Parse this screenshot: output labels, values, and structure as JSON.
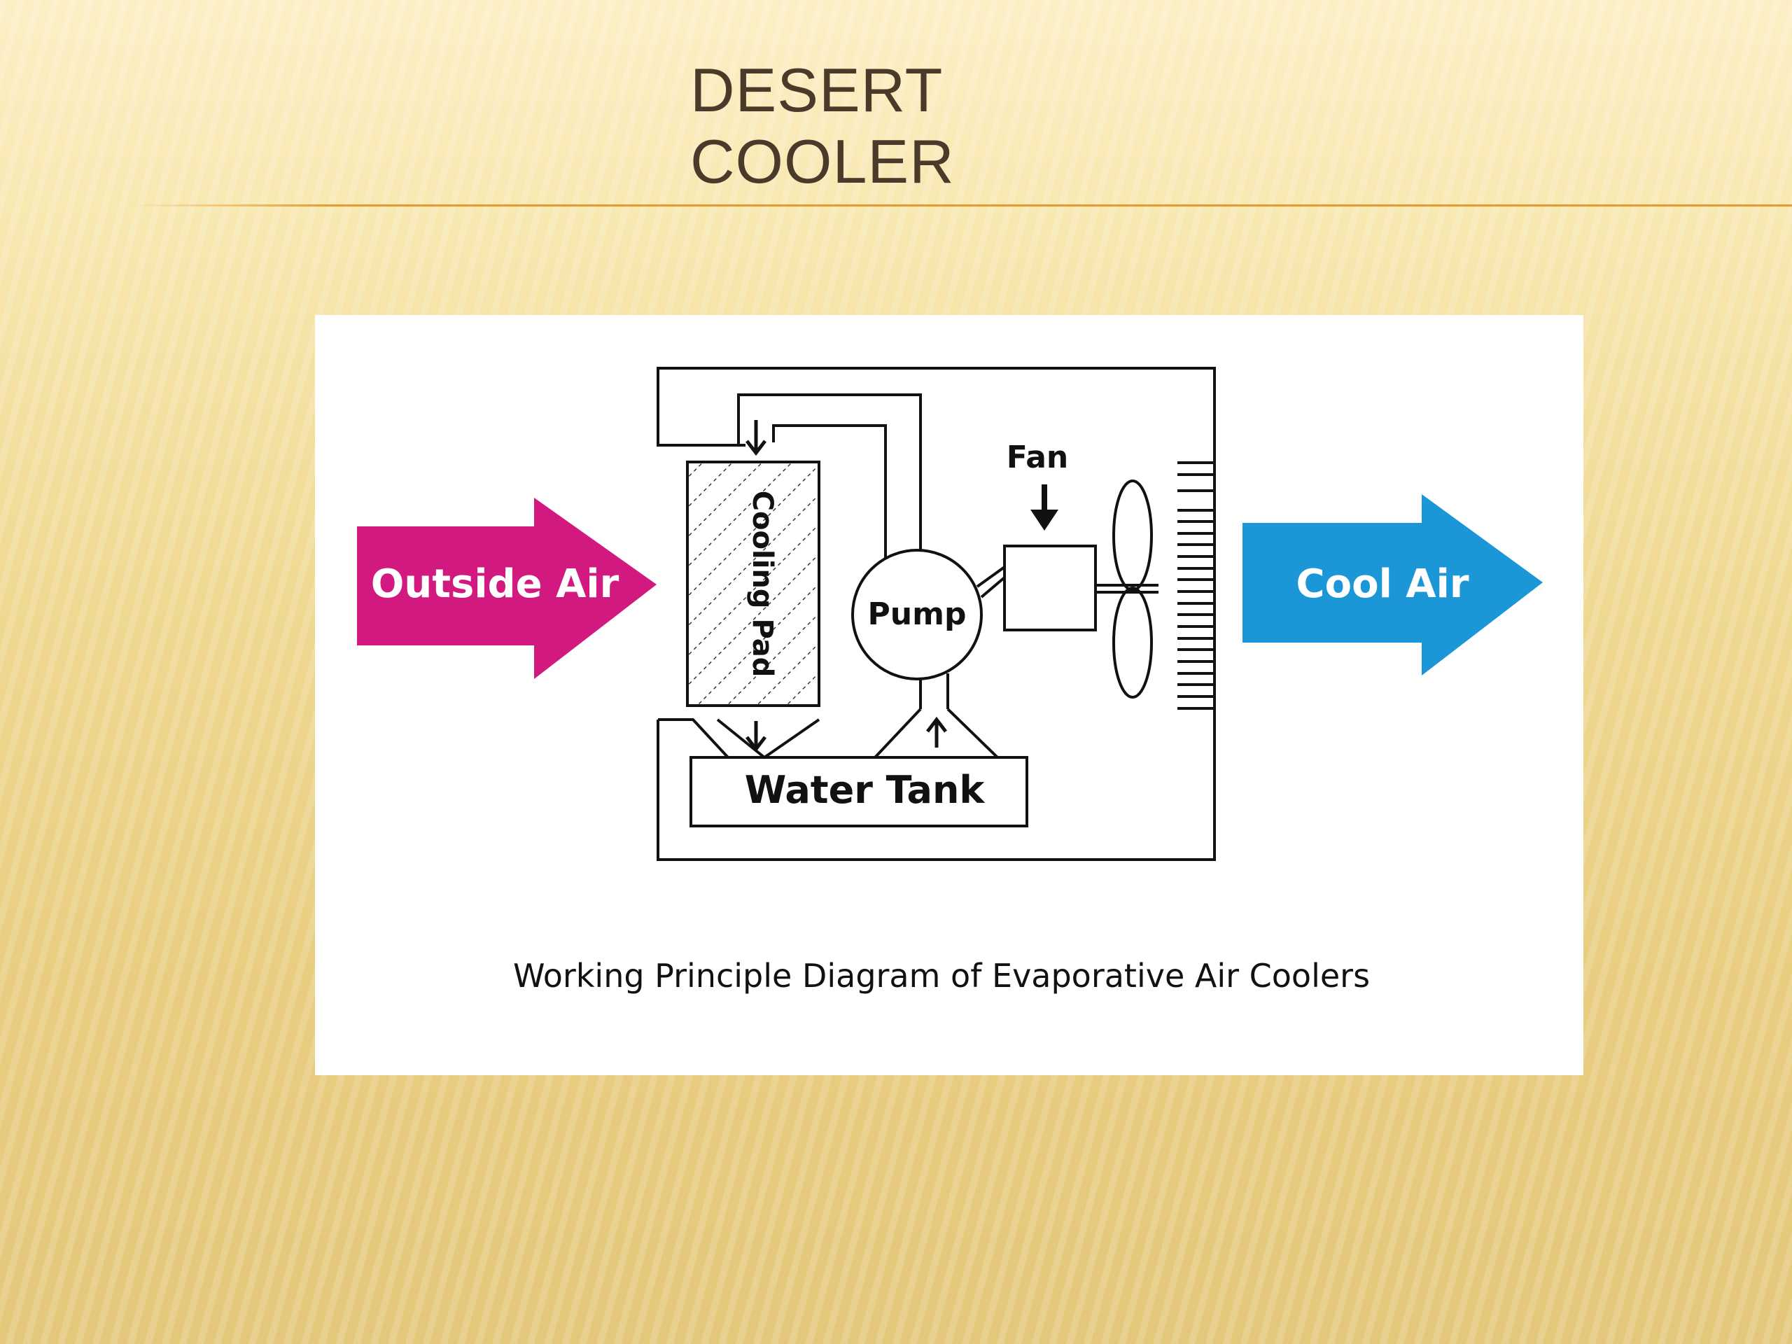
{
  "slide": {
    "title_line1": "DESERT",
    "title_line2": "COOLER"
  },
  "diagram": {
    "labels": {
      "outside_air": "Outside Air",
      "cool_air": "Cool Air",
      "cooling_pad": "Cooling Pad",
      "pump": "Pump",
      "fan": "Fan",
      "water_tank": "Water Tank"
    },
    "caption": "Working Principle Diagram of Evaporative Air Coolers",
    "colors": {
      "outside_air_arrow": "#d2197f",
      "cool_air_arrow": "#1b97d8",
      "line": "#111111"
    }
  }
}
